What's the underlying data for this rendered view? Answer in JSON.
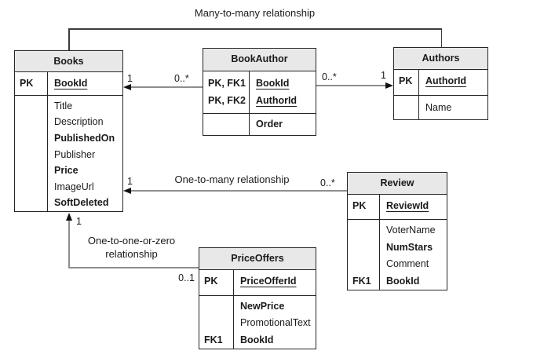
{
  "diagram_title_labels": {
    "many_to_many": "Many-to-many relationship",
    "one_to_many": "One-to-many relationship",
    "one_to_one_or_zero_line1": "One-to-one-or-zero",
    "one_to_one_or_zero_line2": "relationship"
  },
  "relationships": {
    "books_bookauthor": {
      "card_near_books": "1",
      "card_near_bookauthor": "0..*"
    },
    "bookauthor_authors": {
      "card_near_bookauthor": "0..*",
      "card_near_authors": "1"
    },
    "review_books": {
      "card_near_books": "1",
      "card_near_review": "0..*"
    },
    "priceoffers_books": {
      "card_near_books": "1",
      "card_near_priceoffers": "0..1"
    }
  },
  "colors": {
    "table_header_fill": "#e8e8e8",
    "table_border": "#262626",
    "relationship_line": "#8e8e8e",
    "bracket_line": "#3c3c3c",
    "arrowhead": "#111111",
    "text": "#1a1a1a",
    "background": "#ffffff"
  },
  "tables": {
    "books": {
      "title": "Books",
      "key_rows": [
        {
          "key": "PK",
          "field": "BookId"
        }
      ],
      "body_rows": [
        {
          "key": "",
          "field": "Title"
        },
        {
          "key": "",
          "field": "Description"
        },
        {
          "key": "",
          "field": "PublishedOn"
        },
        {
          "key": "",
          "field": "Publisher"
        },
        {
          "key": "",
          "field": "Price"
        },
        {
          "key": "",
          "field": "ImageUrl"
        },
        {
          "key": "",
          "field": "SoftDeleted"
        }
      ]
    },
    "book_author": {
      "title": "BookAuthor",
      "key_rows": [
        {
          "key": "PK, FK1",
          "field": "BookId"
        },
        {
          "key": "PK, FK2",
          "field": "AuthorId"
        }
      ],
      "body_rows": [
        {
          "key": "",
          "field": "Order"
        }
      ]
    },
    "authors": {
      "title": "Authors",
      "key_rows": [
        {
          "key": "PK",
          "field": "AuthorId"
        }
      ],
      "body_rows": [
        {
          "key": "",
          "field": "Name"
        }
      ]
    },
    "review": {
      "title": "Review",
      "key_rows": [
        {
          "key": "PK",
          "field": "ReviewId"
        }
      ],
      "body_rows": [
        {
          "key": "",
          "field": "VoterName"
        },
        {
          "key": "",
          "field": "NumStars"
        },
        {
          "key": "",
          "field": "Comment"
        },
        {
          "key": "FK1",
          "field": "BookId"
        }
      ]
    },
    "price_offers": {
      "title": "PriceOffers",
      "key_rows": [
        {
          "key": "PK",
          "field": "PriceOfferId"
        }
      ],
      "body_rows": [
        {
          "key": "",
          "field": "NewPrice"
        },
        {
          "key": "",
          "field": "PromotionalText"
        },
        {
          "key": "FK1",
          "field": "BookId"
        }
      ]
    }
  }
}
